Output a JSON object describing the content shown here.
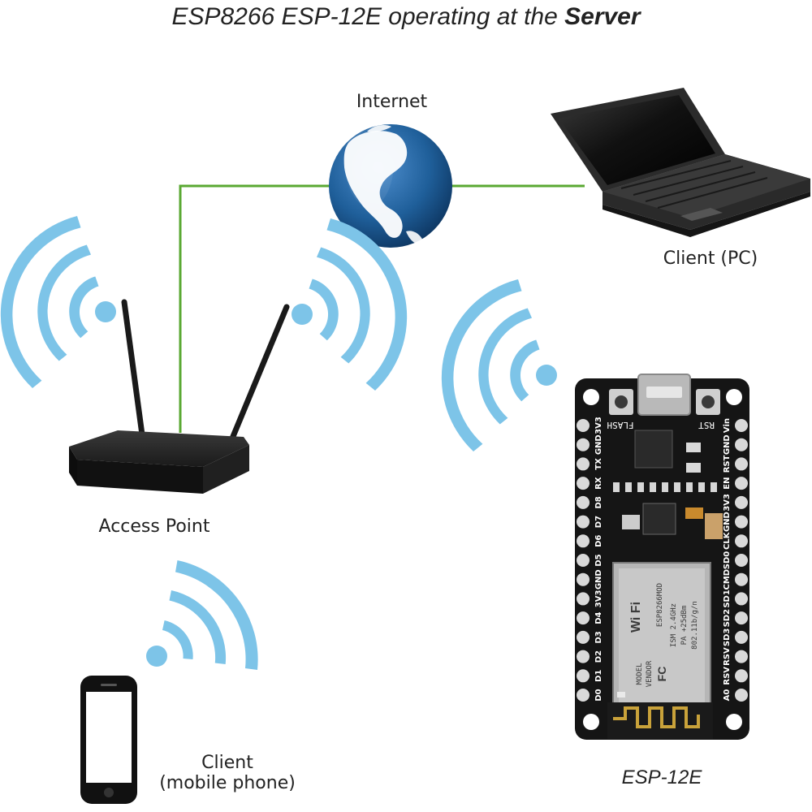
{
  "title": {
    "prefix": "ESP8266 ESP-12E operating at the ",
    "emphasis": "Server"
  },
  "nodes": {
    "internet": {
      "label": "Internet"
    },
    "client_pc": {
      "label": "Client (PC)"
    },
    "access_point": {
      "label": "Access Point"
    },
    "client_mobile": {
      "label_line1": "Client",
      "label_line2": "(mobile phone)"
    },
    "esp": {
      "label": "ESP-12E"
    }
  },
  "board": {
    "left_pins": [
      "D0",
      "D1",
      "D2",
      "D3",
      "D4",
      "3V3",
      "GND",
      "D5",
      "D6",
      "D7",
      "D8",
      "RX",
      "TX",
      "GND",
      "3V3"
    ],
    "right_pins": [
      "A0",
      "RSV",
      "RSV",
      "SD3",
      "SD2",
      "SD1",
      "CMD",
      "SD0",
      "CLK",
      "GND",
      "3V3",
      "EN",
      "RST",
      "GND",
      "Vin"
    ],
    "button_left": "FLASH",
    "button_right": "RST",
    "module_lines": [
      "ESP8266MOD",
      "ISM 2.4GHz",
      "PA +25dBm",
      "802.11b/g/n"
    ],
    "wifi_badge": "Wi Fi",
    "fc_mark": "FC",
    "model_lines": [
      "MODEL",
      "VENDOR"
    ]
  },
  "colors": {
    "link_line": "#5aa832",
    "wifi_wave": "#7dc4e8",
    "pcb": "#151515",
    "globe_ocean": "#1f5f9a",
    "globe_land": "#ffffff"
  }
}
